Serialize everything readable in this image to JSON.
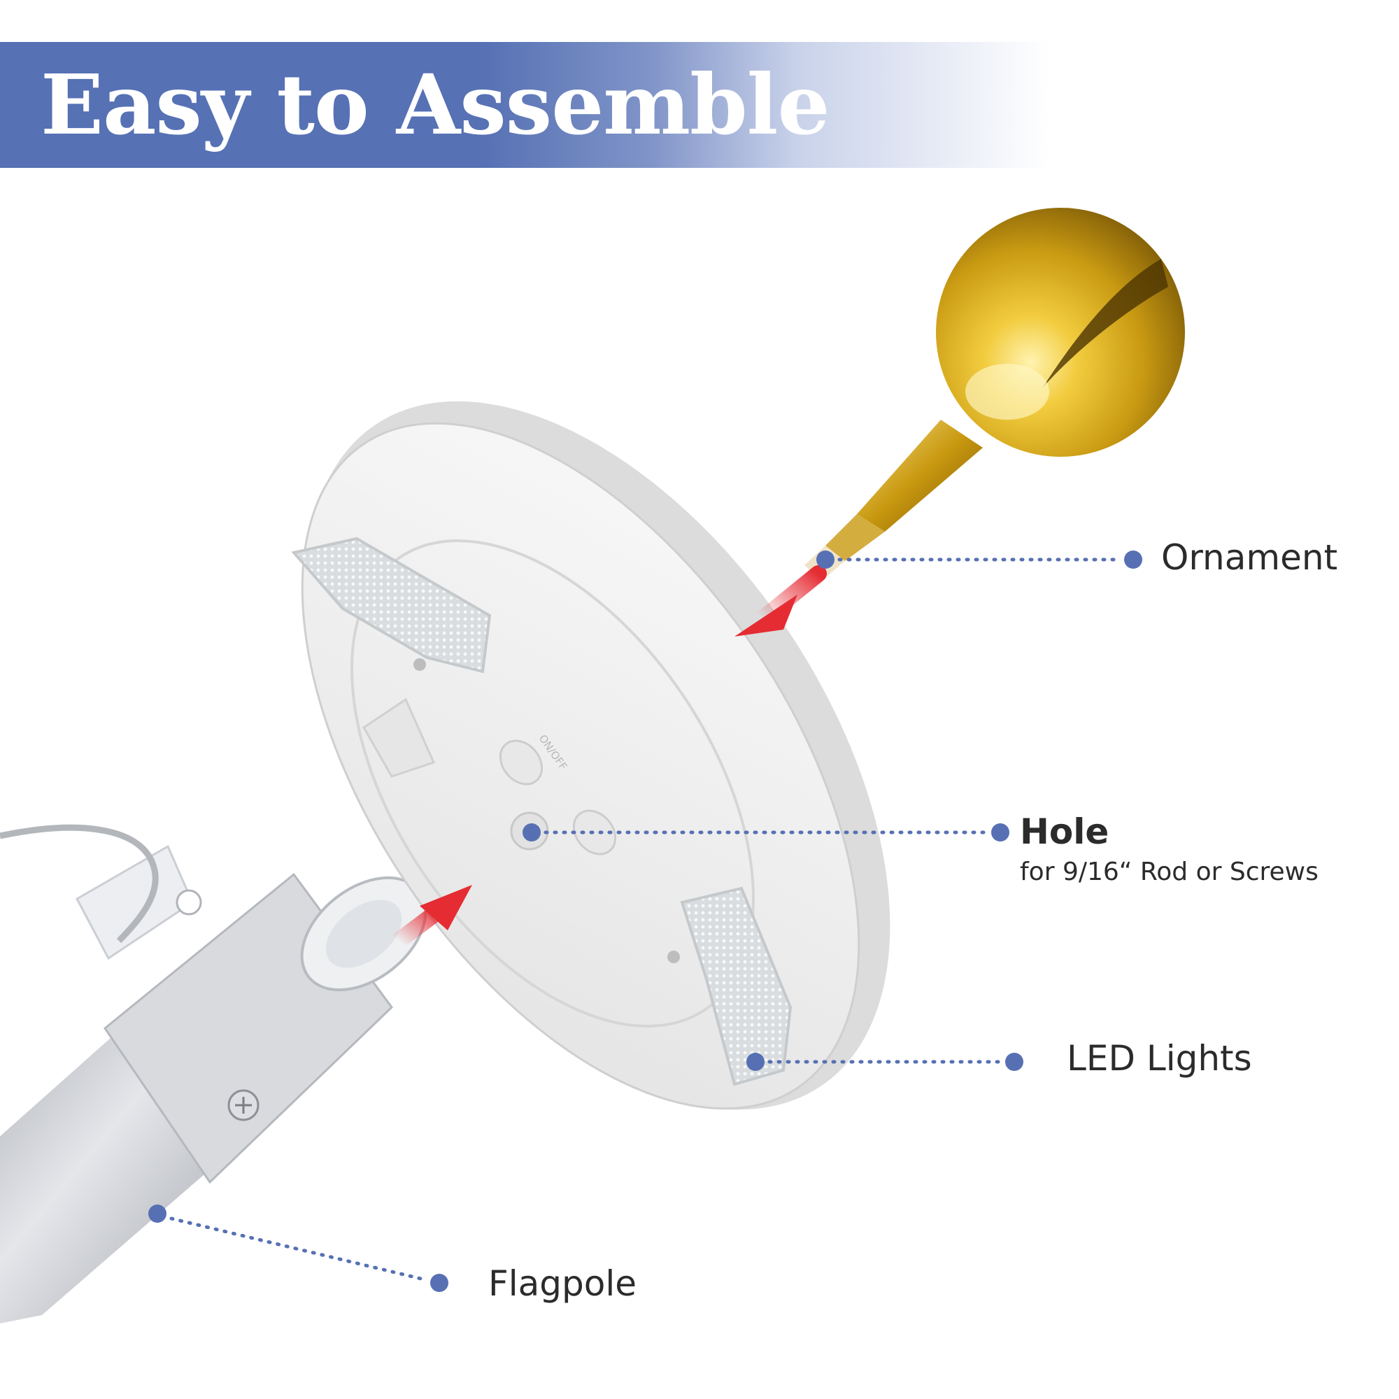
{
  "banner": {
    "title": "Easy to Assemble",
    "color": "#5671b4"
  },
  "callouts": {
    "ornament": {
      "label": "Ornament"
    },
    "hole": {
      "label": "Hole",
      "sublabel": "for 9/16“ Rod or Screws"
    },
    "led": {
      "label": "LED Lights"
    },
    "flagpole": {
      "label": "Flagpole"
    }
  },
  "colors": {
    "dot": "#5670b3",
    "arrow": "#e52c33",
    "gold": "#c9a21a",
    "pole": "#c4c6cb",
    "disc": "#f2f2f2"
  },
  "disc_markings": {
    "switch_label": "ON/OFF"
  }
}
